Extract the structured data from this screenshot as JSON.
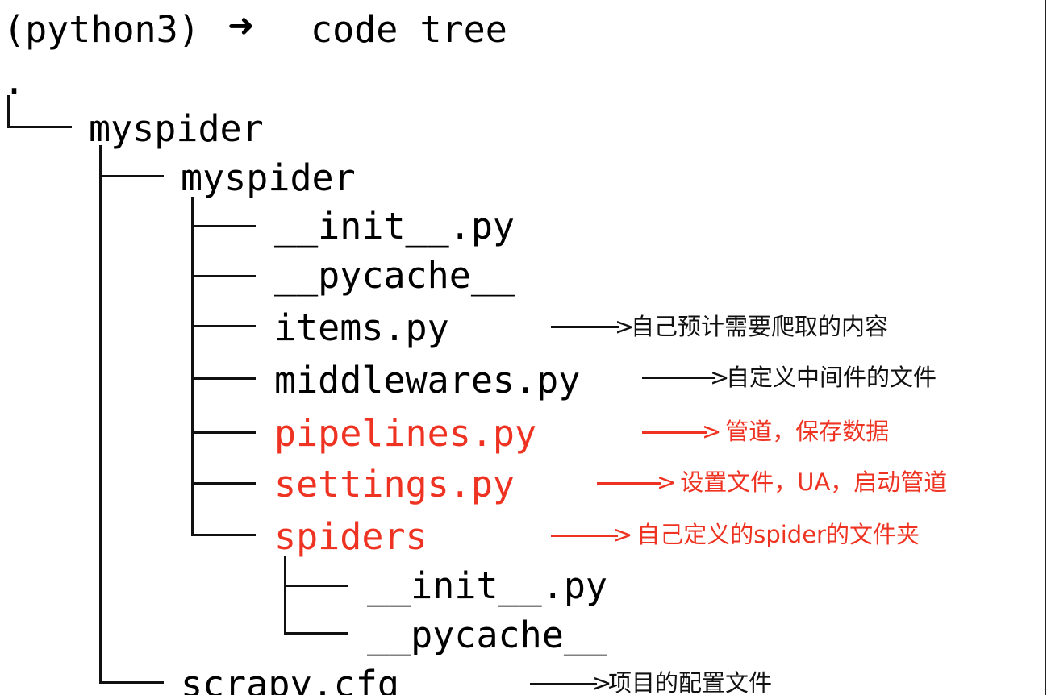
{
  "terminal": {
    "prompt_env": "(python3)",
    "prompt_arrow": "➜",
    "command": "code tree"
  },
  "tree": {
    "root": ".",
    "project_dir": "myspider",
    "package_dir": "myspider",
    "init_file": "__init__.py",
    "pycache_dir": "__pycache__",
    "items_file": "items.py",
    "middlewares_file": "middlewares.py",
    "pipelines_file": "pipelines.py",
    "settings_file": "settings.py",
    "spiders_dir": "spiders",
    "spiders_init_file": "__init__.py",
    "spiders_pycache_dir": "__pycache__",
    "cfg_file": "scrapy.cfg"
  },
  "annotations": {
    "arrow_head": ">",
    "items": "自己预计需要爬取的内容",
    "middlewares": "自定义中间件的文件",
    "pipelines": " 管道，保存数据",
    "settings": " 设置文件，UA，启动管道",
    "spiders": " 自己定义的spider的文件夹",
    "cfg": "项目的配置文件"
  },
  "colors": {
    "text": "#111111",
    "highlight": "#ee3322",
    "background": "#ffffff"
  }
}
